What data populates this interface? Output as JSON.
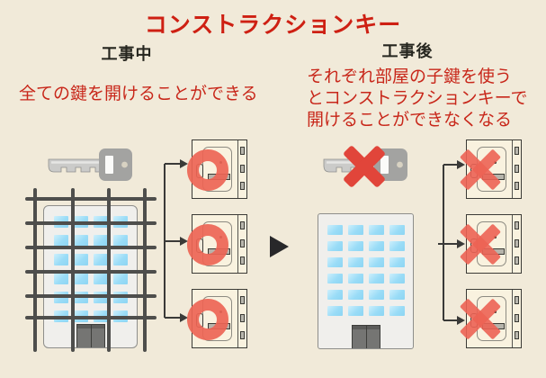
{
  "title": {
    "text": "コンストラクションキー",
    "color": "#ce2013"
  },
  "panels": {
    "left": {
      "heading": "工事中",
      "caption": "全ての鍵を開けることができる",
      "key_icon": "construction-master-key",
      "door_mark": "red-circle-can-open",
      "door_count": 3
    },
    "right": {
      "heading": "工事後",
      "caption_lines": {
        "0": "それぞれ部屋の子鍵を使う",
        "1": "とコンストラクションキーで",
        "2": "開けることができなくなる"
      },
      "key_icon": "construction-master-key-crossed-out",
      "door_mark": "red-cross-cannot-open",
      "door_count": 3
    }
  },
  "icons": {
    "center_arrow": "right-pointing-triangle",
    "left_building": "building-under-construction-with-scaffolding",
    "right_building": "completed-building"
  },
  "colors": {
    "background": "#f1ead9",
    "title_red": "#ce2013",
    "caption_red": "#c8271a",
    "heading_black": "#26261f",
    "mark_salmon": "#ed6555",
    "key_cross_red": "#e1453a",
    "key_gray": "#a3a3a1",
    "scaffold_gray": "#4e4e4c",
    "window_blue": "#9adcf7",
    "door_cream": "#f9f2df"
  }
}
